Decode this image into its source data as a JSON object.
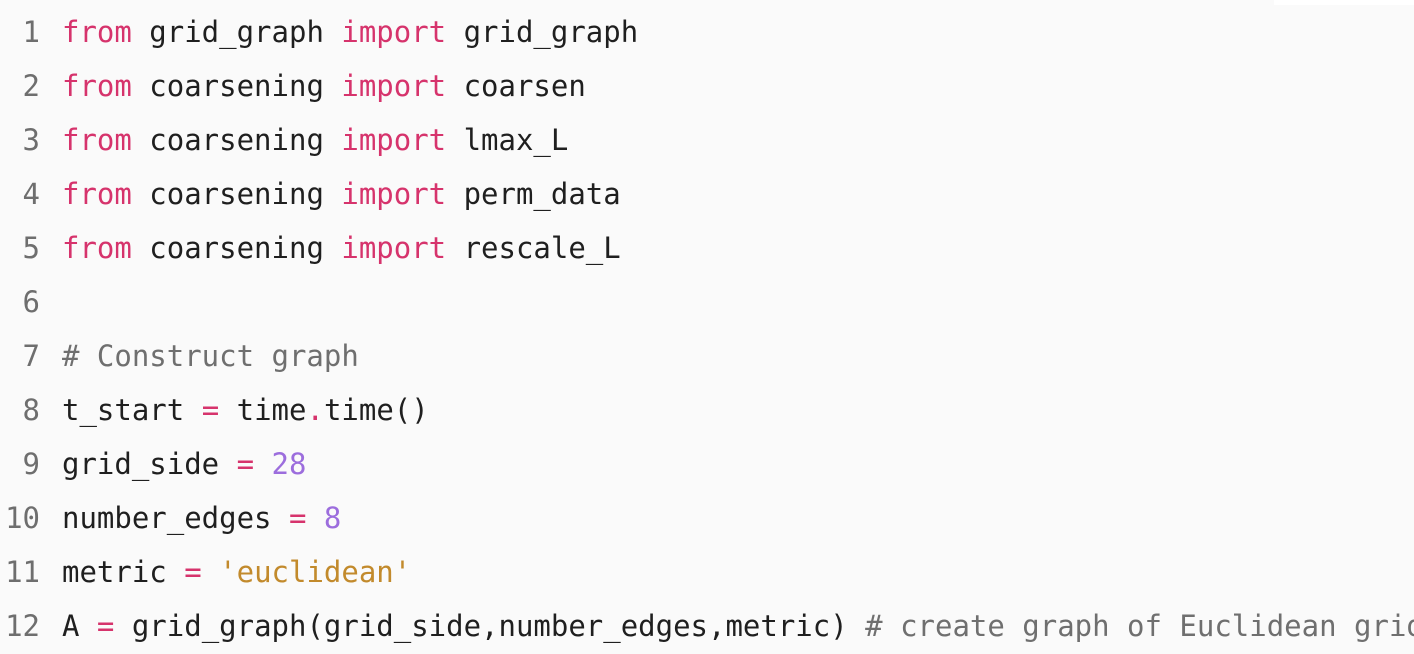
{
  "colors": {
    "background": "#fafafa",
    "keyword": "#d6336c",
    "number": "#9c6ddd",
    "string": "#c28a2c",
    "comment": "#6f6f6f",
    "text": "#1f1f1f",
    "line_number": "#6e6e6e"
  },
  "code": {
    "lines": [
      {
        "num": "1",
        "tokens": [
          {
            "t": "from",
            "c": "kw"
          },
          {
            "t": " grid_graph ",
            "c": "id"
          },
          {
            "t": "import",
            "c": "kw"
          },
          {
            "t": " grid_graph",
            "c": "id"
          }
        ]
      },
      {
        "num": "2",
        "tokens": [
          {
            "t": "from",
            "c": "kw"
          },
          {
            "t": " coarsening ",
            "c": "id"
          },
          {
            "t": "import",
            "c": "kw"
          },
          {
            "t": " coarsen",
            "c": "id"
          }
        ]
      },
      {
        "num": "3",
        "tokens": [
          {
            "t": "from",
            "c": "kw"
          },
          {
            "t": " coarsening ",
            "c": "id"
          },
          {
            "t": "import",
            "c": "kw"
          },
          {
            "t": " lmax_L",
            "c": "id"
          }
        ]
      },
      {
        "num": "4",
        "tokens": [
          {
            "t": "from",
            "c": "kw"
          },
          {
            "t": " coarsening ",
            "c": "id"
          },
          {
            "t": "import",
            "c": "kw"
          },
          {
            "t": " perm_data",
            "c": "id"
          }
        ]
      },
      {
        "num": "5",
        "tokens": [
          {
            "t": "from",
            "c": "kw"
          },
          {
            "t": " coarsening ",
            "c": "id"
          },
          {
            "t": "import",
            "c": "kw"
          },
          {
            "t": " rescale_L",
            "c": "id"
          }
        ]
      },
      {
        "num": "6",
        "tokens": []
      },
      {
        "num": "7",
        "tokens": [
          {
            "t": "# Construct graph",
            "c": "cm"
          }
        ]
      },
      {
        "num": "8",
        "tokens": [
          {
            "t": "t_start ",
            "c": "id"
          },
          {
            "t": "=",
            "c": "op"
          },
          {
            "t": " time",
            "c": "id"
          },
          {
            "t": ".",
            "c": "op"
          },
          {
            "t": "time()",
            "c": "id"
          }
        ]
      },
      {
        "num": "9",
        "tokens": [
          {
            "t": "grid_side ",
            "c": "id"
          },
          {
            "t": "=",
            "c": "op"
          },
          {
            "t": " ",
            "c": "id"
          },
          {
            "t": "28",
            "c": "num"
          }
        ]
      },
      {
        "num": "10",
        "tokens": [
          {
            "t": "number_edges ",
            "c": "id"
          },
          {
            "t": "=",
            "c": "op"
          },
          {
            "t": " ",
            "c": "id"
          },
          {
            "t": "8",
            "c": "num"
          }
        ]
      },
      {
        "num": "11",
        "tokens": [
          {
            "t": "metric ",
            "c": "id"
          },
          {
            "t": "=",
            "c": "op"
          },
          {
            "t": " ",
            "c": "id"
          },
          {
            "t": "'euclidean'",
            "c": "str"
          }
        ]
      },
      {
        "num": "12",
        "tokens": [
          {
            "t": "A ",
            "c": "id"
          },
          {
            "t": "=",
            "c": "op"
          },
          {
            "t": " grid_graph(grid_side,number_edges,metric) ",
            "c": "id"
          },
          {
            "t": "# create graph of Euclidean grid",
            "c": "cm"
          }
        ]
      }
    ]
  }
}
